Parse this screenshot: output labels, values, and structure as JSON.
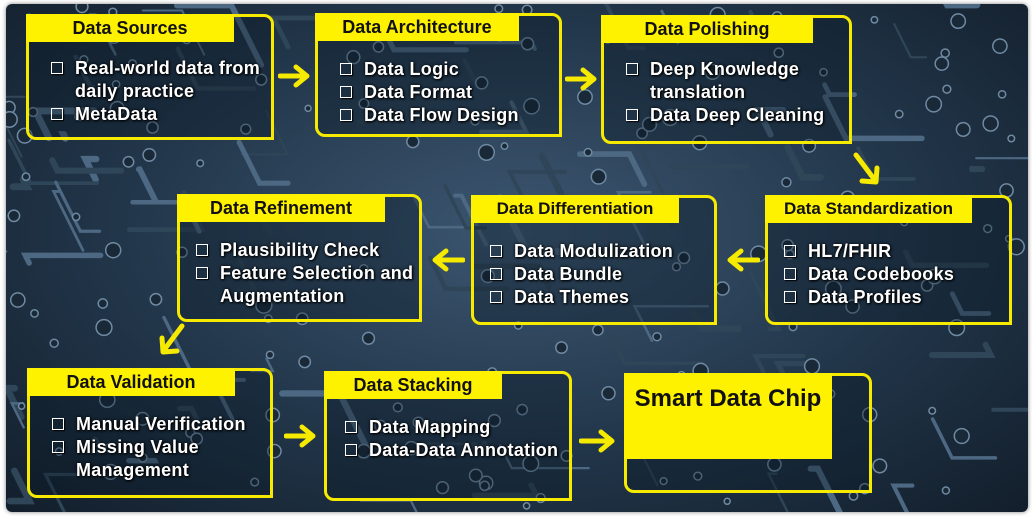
{
  "boxes": {
    "sources": {
      "title": "Data Sources",
      "items": [
        "Real-world data from daily practice",
        "MetaData"
      ]
    },
    "architecture": {
      "title": "Data Architecture",
      "items": [
        "Data Logic",
        "Data Format",
        "Data Flow Design"
      ]
    },
    "polishing": {
      "title": "Data Polishing",
      "items": [
        "Deep Knowledge translation",
        "Data Deep Cleaning"
      ]
    },
    "standardization": {
      "title": "Data Standardization",
      "items": [
        "HL7/FHIR",
        "Data Codebooks",
        "Data Profiles"
      ]
    },
    "differentiation": {
      "title": "Data Differentiation",
      "items": [
        "Data Modulization",
        "Data Bundle",
        "Data Themes"
      ]
    },
    "refinement": {
      "title": "Data Refinement",
      "items": [
        "Plausibility Check",
        "Feature Selection and Augmentation"
      ]
    },
    "validation": {
      "title": "Data Validation",
      "items": [
        "Manual Verification",
        "Missing Value Management"
      ]
    },
    "stacking": {
      "title": "Data Stacking",
      "items": [
        "Data Mapping",
        "Data-Data Annotation"
      ]
    }
  },
  "final": {
    "label": "Smart Data Chip"
  },
  "colors": {
    "accent": "#fff200",
    "text": "#ffffff",
    "background": "#22364a"
  }
}
